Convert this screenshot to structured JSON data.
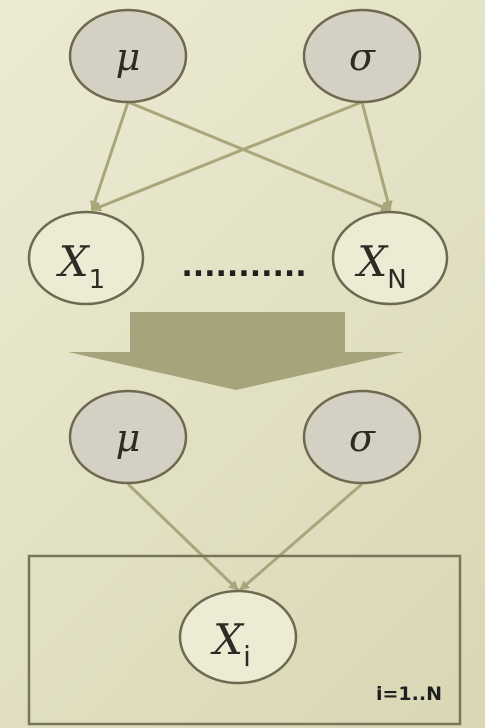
{
  "top_graph": {
    "mu": "μ",
    "sigma": "σ",
    "x1_base": "X",
    "x1_sub": "1",
    "xn_base": "X",
    "xn_sub": "N",
    "dots": "..........."
  },
  "bottom_graph": {
    "mu": "μ",
    "sigma": "σ",
    "xi_base": "X",
    "xi_sub": "i",
    "plate_label": "i=1..N"
  },
  "colors": {
    "background": "#e6e4c8",
    "node_fill_param": "#d5d0c4",
    "node_fill_obs": "#ecebd3",
    "node_stroke": "#6d6a4f",
    "edge": "#a8a77b",
    "arrow_shape": "#a6a47b",
    "plate_stroke": "#78765a"
  }
}
